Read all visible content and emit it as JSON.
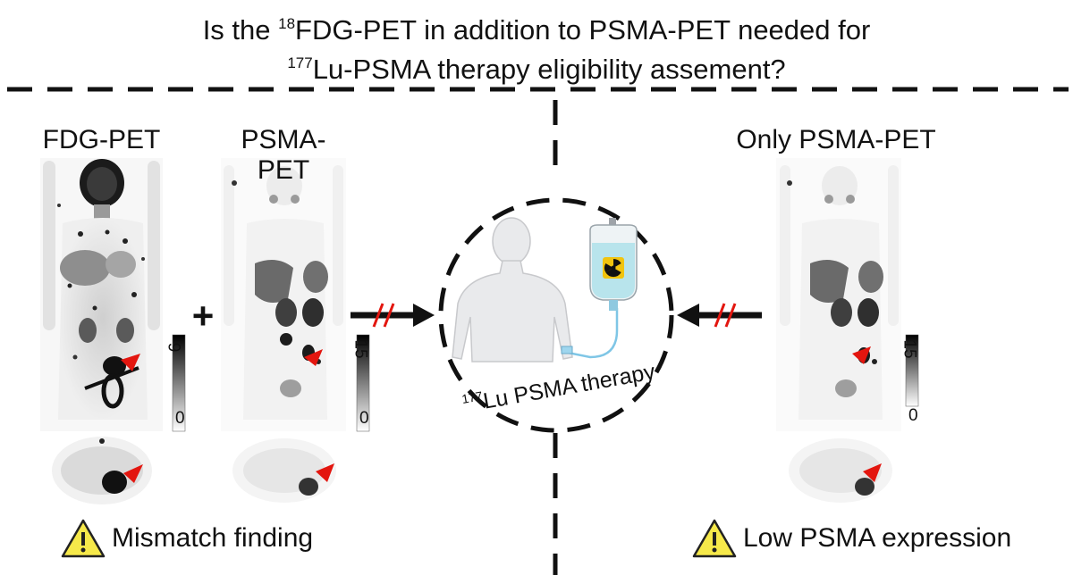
{
  "title": {
    "line1_pre": "Is the ",
    "line1_sup": "18",
    "line1_post": "FDG-PET in addition to PSMA-PET needed for",
    "line2_sup": "177",
    "line2_post": "Lu-PSMA therapy eligibility assement?"
  },
  "panels": {
    "fdg_label": "FDG-PET",
    "psma_label": "PSMA-PET",
    "only_psma_label": "Only PSMA-PET",
    "plus_sign": "+"
  },
  "scales": {
    "fdg": {
      "max": "9",
      "min": "0"
    },
    "psma": {
      "max": "15",
      "min": "0"
    },
    "only_psma": {
      "max": "15",
      "min": "0"
    }
  },
  "center": {
    "therapy_sup": "177",
    "therapy_text": "Lu PSMA therapy"
  },
  "warnings": {
    "left": "Mismatch finding",
    "right": "Low PSMA expression"
  },
  "colors": {
    "arrowhead": "#e3160f",
    "warning_fill": "#f6e94a",
    "bag_fluid": "#b8e4ec",
    "radiation_bg": "#f1c40f"
  },
  "icons": [
    "warning-icon",
    "radiation-icon",
    "infusion-bag-icon",
    "patient-silhouette-icon"
  ]
}
